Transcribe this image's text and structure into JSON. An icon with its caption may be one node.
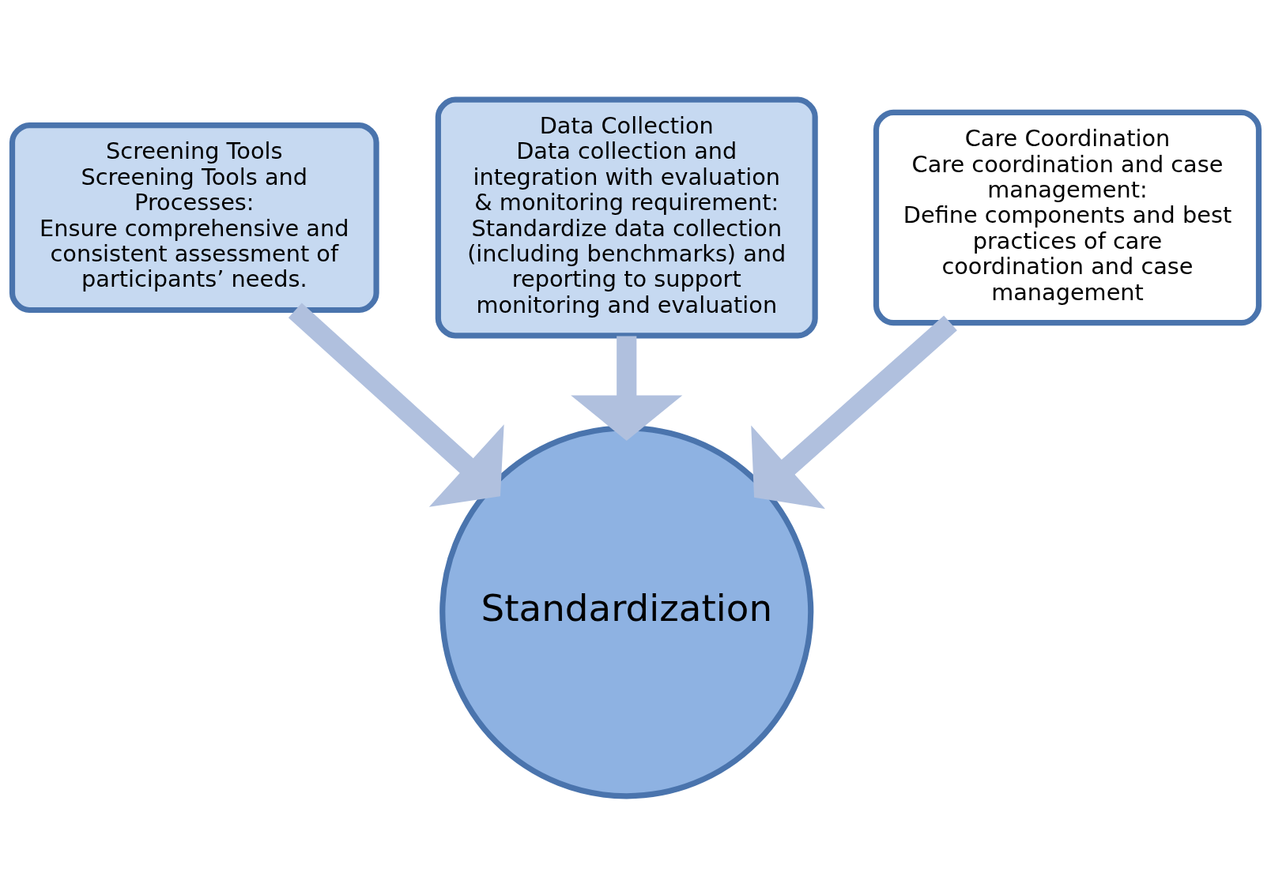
{
  "diagram": {
    "nodes": [
      {
        "text": [
          "Data Collection",
          "Data collection and integration with evaluation & monitoring requirement:",
          "Standardize data collection (including benchmarks) and reporting to support monitoring and evaluation"
        ]
      },
      {
        "text": [
          "Screening Tools",
          "Screening Tools and Processes:",
          "Ensure comprehensive and consistent assessment of participants’ needs."
        ]
      },
      {
        "text": [
          "Care Coordination",
          "Care coordination and case management:",
          "Define components and best practices of care coordination and case management"
        ]
      },
      {
        "text": [
          "Standardization"
        ]
      }
    ],
    "edges": [
      {
        "from": 0,
        "to": 3,
        "arrow": "to"
      },
      {
        "from": 1,
        "to": 3,
        "arrow": "to"
      },
      {
        "from": 2,
        "to": 3,
        "arrow": "to"
      }
    ]
  }
}
